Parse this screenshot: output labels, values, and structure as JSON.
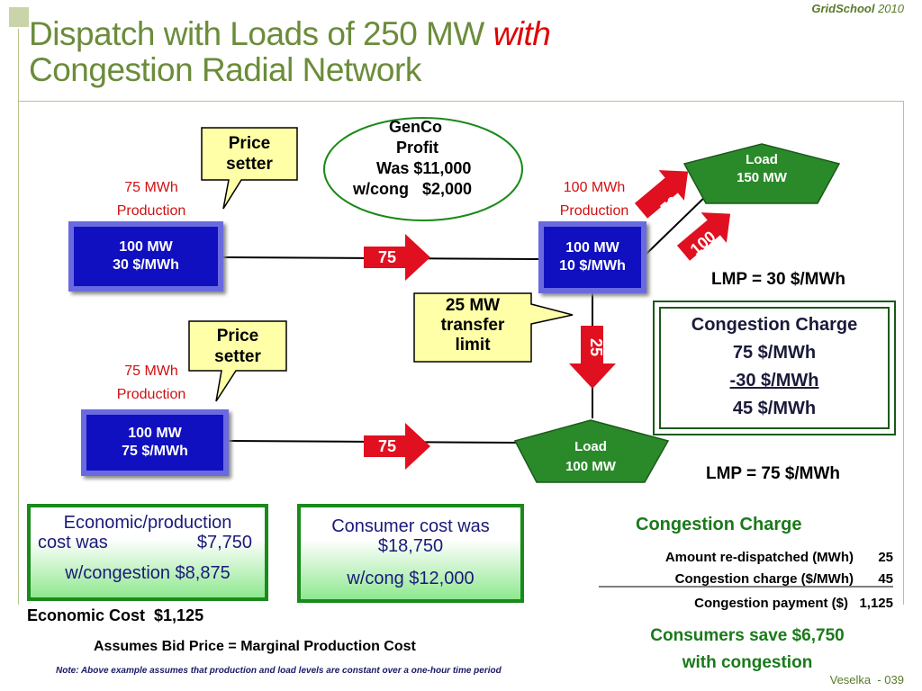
{
  "brand": {
    "name": "GridSchool",
    "year": "2010"
  },
  "title": {
    "line1_prefix": "Dispatch with Loads of 250 MW ",
    "line1_emph": "with",
    "line2": "Congestion Radial Network"
  },
  "gen_top_left": {
    "label1": "75 MWh",
    "label2": "Production",
    "mw": "100 MW",
    "price": "30 $/MWh"
  },
  "gen_top_right": {
    "label1": "100 MWh",
    "label2": "Production",
    "mw": "100 MW",
    "price": "10 $/MWh"
  },
  "gen_bottom_left": {
    "label1": "75 MWh",
    "label2": "Production",
    "mw": "100 MW",
    "price": "75 $/MWh"
  },
  "price_setter_top": {
    "line1": "Price",
    "line2": "setter"
  },
  "price_setter_bottom": {
    "line1": "Price",
    "line2": "setter"
  },
  "genco": {
    "line1": "GenCo",
    "line2": "Profit",
    "line3": "Was $11,000",
    "line4": "w/cong   $2,000"
  },
  "load_top": {
    "line1": "Load",
    "line2": "150 MW"
  },
  "load_bottom": {
    "line1": "Load",
    "line2": "100 MW"
  },
  "flows": {
    "top_line": "75",
    "bottom_line": "75",
    "to_load_top": "50",
    "from_right_gen": "100",
    "down_line": "25"
  },
  "transfer_limit": {
    "line1": "25 MW",
    "line2": "transfer",
    "line3": "limit"
  },
  "lmp_top": "LMP = 30 $/MWh",
  "lmp_bottom": "LMP = 75 $/MWh",
  "congestion_box": {
    "title": "Congestion Charge",
    "line1": "75 $/MWh",
    "line2": "-30 $/MWh",
    "line3": "45 $/MWh"
  },
  "econ_box": {
    "line1": "Economic/production",
    "line2a": "cost was",
    "line2b": "$7,750",
    "line3": "w/congestion $8,875"
  },
  "consumer_box": {
    "line1": "Consumer cost was",
    "line2": "$18,750",
    "line3": "w/cong $12,000"
  },
  "economic_cost": "Economic Cost  $1,125",
  "congestion_table": {
    "title": "Congestion Charge",
    "rows": [
      {
        "label": "Amount re-dispatched (MWh)",
        "value": "25"
      },
      {
        "label": "Congestion charge ($/MWh)",
        "value": "45"
      },
      {
        "label": "Congestion payment ($)",
        "value": "1,125"
      }
    ]
  },
  "consumers_save": {
    "line1": "Consumers save $6,750",
    "line2": "with congestion"
  },
  "assumes": "Assumes Bid Price = Marginal Production Cost",
  "note": "Note: Above example assumes that production and load levels are constant over a one-hour time period",
  "footer": "Veselka  - 039",
  "colors": {
    "title_green": "#6b8c3a",
    "gen_blue": "#1010c0",
    "arrow_red": "#e01020",
    "load_green": "#2a8a2a"
  }
}
